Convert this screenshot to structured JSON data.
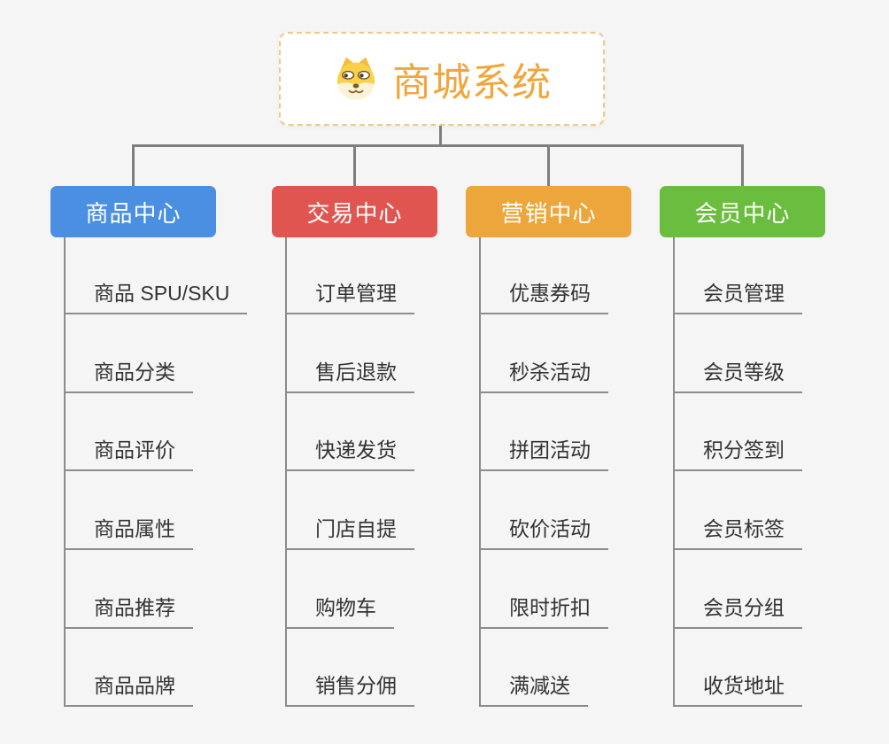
{
  "root": {
    "title": "商城系统",
    "icon": "dog-face-icon",
    "accent_color": "#f0a63c",
    "border_color": "#f1c886"
  },
  "connector_color": "#7e7e7e",
  "branches": [
    {
      "label": "商品中心",
      "color": "#4a8fe2",
      "items": [
        "商品 SPU/SKU",
        "商品分类",
        "商品评价",
        "商品属性",
        "商品推荐",
        "商品品牌"
      ]
    },
    {
      "label": "交易中心",
      "color": "#e15550",
      "items": [
        "订单管理",
        "售后退款",
        "快递发货",
        "门店自提",
        "购物车",
        "销售分佣"
      ]
    },
    {
      "label": "营销中心",
      "color": "#eca63b",
      "items": [
        "优惠券码",
        "秒杀活动",
        "拼团活动",
        "砍价活动",
        "限时折扣",
        "满减送"
      ]
    },
    {
      "label": "会员中心",
      "color": "#6abd3e",
      "items": [
        "会员管理",
        "会员等级",
        "积分签到",
        "会员标签",
        "会员分组",
        "收货地址"
      ]
    }
  ]
}
